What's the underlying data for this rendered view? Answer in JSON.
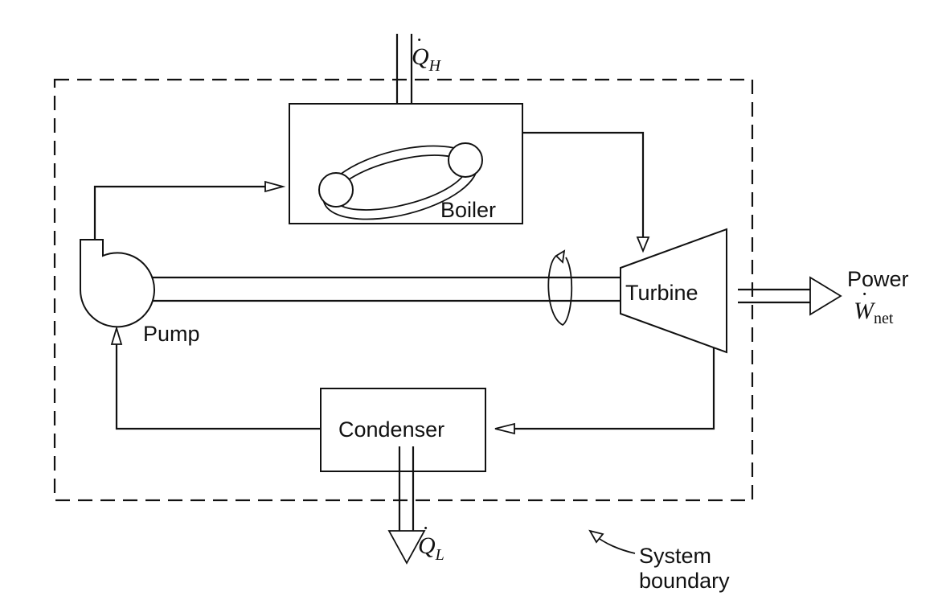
{
  "heat_in": {
    "symbol": "Q",
    "subscript": "H"
  },
  "heat_out": {
    "symbol": "Q",
    "subscript": "L"
  },
  "components": {
    "boiler": "Boiler",
    "turbine": "Turbine",
    "pump": "Pump",
    "condenser": "Condenser"
  },
  "power_output": {
    "label": "Power",
    "symbol": "W",
    "subscript": "net"
  },
  "system_boundary": {
    "line1": "System",
    "line2": "boundary"
  }
}
